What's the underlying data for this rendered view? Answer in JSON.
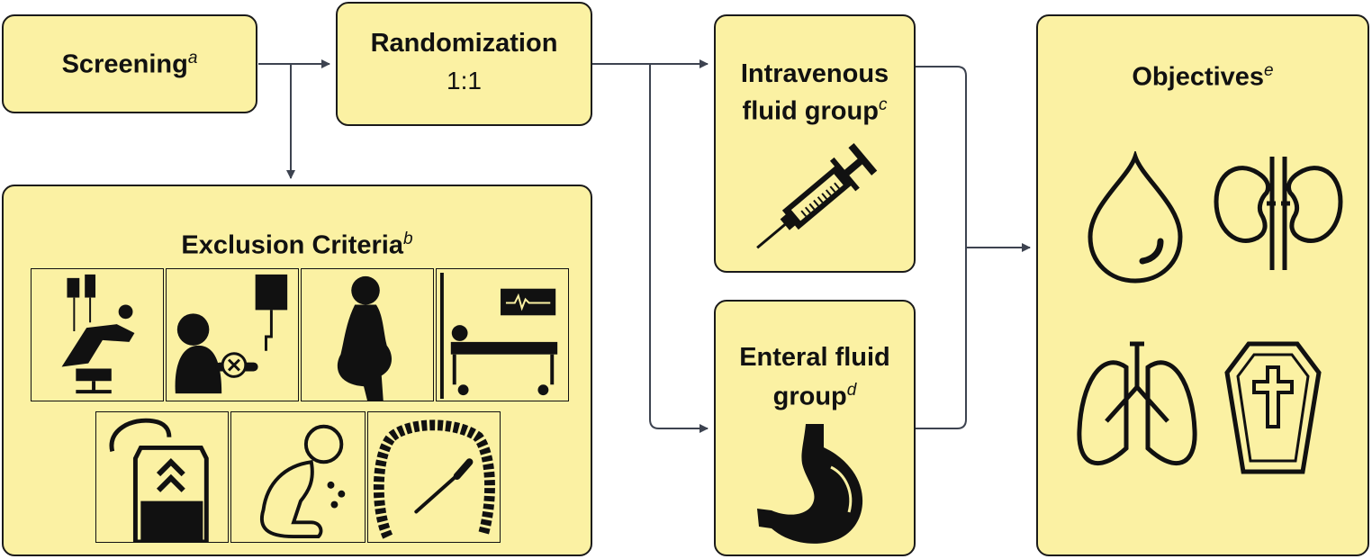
{
  "screening": {
    "label": "Screening",
    "note": "a"
  },
  "randomization": {
    "label": "Randomization",
    "ratio": "1:1"
  },
  "iv_group": {
    "line1": "Intravenous",
    "line2": "fluid group",
    "note": "c"
  },
  "enteral_group": {
    "line1": "Enteral fluid",
    "line2": "group",
    "note": "d"
  },
  "exclusion": {
    "label": "Exclusion Criteria",
    "note": "b"
  },
  "objectives": {
    "label": "Objectives",
    "note": "e"
  },
  "colors": {
    "box_fill": "#fbf1a3",
    "stroke": "#1a1a1a",
    "arrow": "#3d4350"
  },
  "icons": {
    "exclusion": [
      "dialysis-chair-icon",
      "enteral-tube-contraindication-icon",
      "pregnancy-icon",
      "icu-patient-icon",
      "drainage-bag-icon",
      "vomiting-icon",
      "bowel-surgery-icon"
    ],
    "iv": "syringe-icon",
    "enteral": "stomach-icon",
    "objectives": [
      "blood-drop-icon",
      "kidneys-icon",
      "lungs-icon",
      "coffin-icon"
    ]
  }
}
